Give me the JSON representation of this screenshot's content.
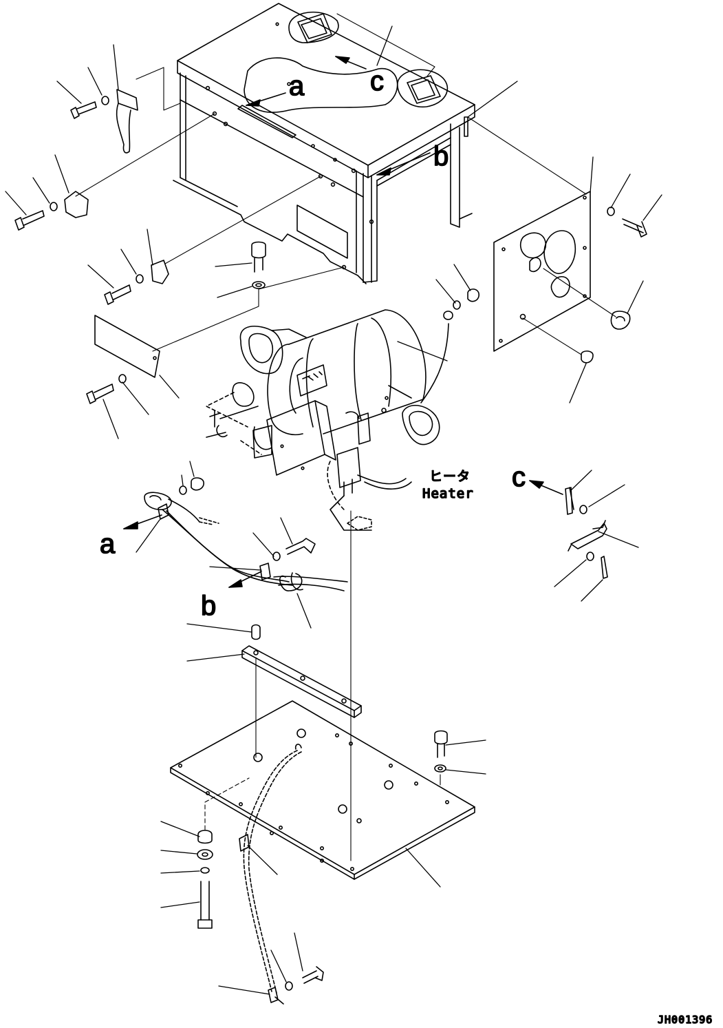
{
  "callouts": {
    "a_top": "a",
    "c_top": "c",
    "b_right": "b",
    "c_right": "c",
    "a_left": "a",
    "b_lower": "b"
  },
  "heater_label_jp": "ヒータ",
  "heater_label_en": "Heater",
  "drawing_code": "JH001396"
}
